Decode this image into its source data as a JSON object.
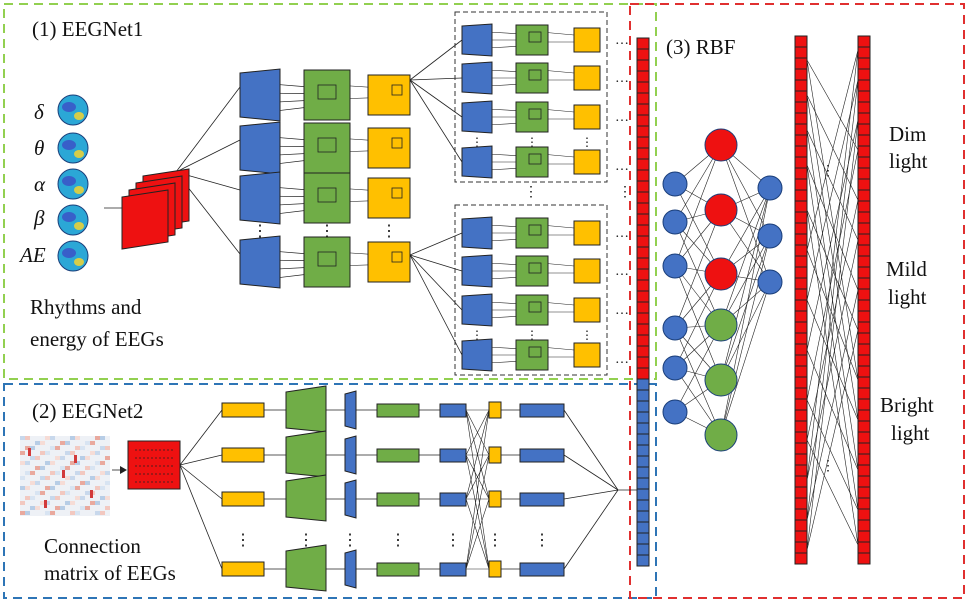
{
  "panels": {
    "eegnet1": {
      "title": "(1) EEGNet1",
      "caption_line1": "Rhythms and",
      "caption_line2": "energy of EEGs"
    },
    "eegnet2": {
      "title": "(2) EEGNet2",
      "caption_line1": "Connection",
      "caption_line2": "matrix of EEGs"
    },
    "rbf": {
      "title": "(3) RBF"
    }
  },
  "rhythms": [
    "δ",
    "θ",
    "α",
    "β",
    "AE"
  ],
  "classes": [
    {
      "line1": "Dim",
      "line2": "light"
    },
    {
      "line1": "Mild",
      "line2": "light"
    },
    {
      "line1": "Bright",
      "line2": "light"
    }
  ],
  "ellipsis_dots": "⋮",
  "ellipsis_h": "…",
  "colors": {
    "blue": "#4472c4",
    "green": "#70ad47",
    "yellow": "#ffc000",
    "red": "#ee1111",
    "panel1_border": "#92d050",
    "panel2_border": "#2e75b6",
    "panel3_border": "#e03030"
  }
}
